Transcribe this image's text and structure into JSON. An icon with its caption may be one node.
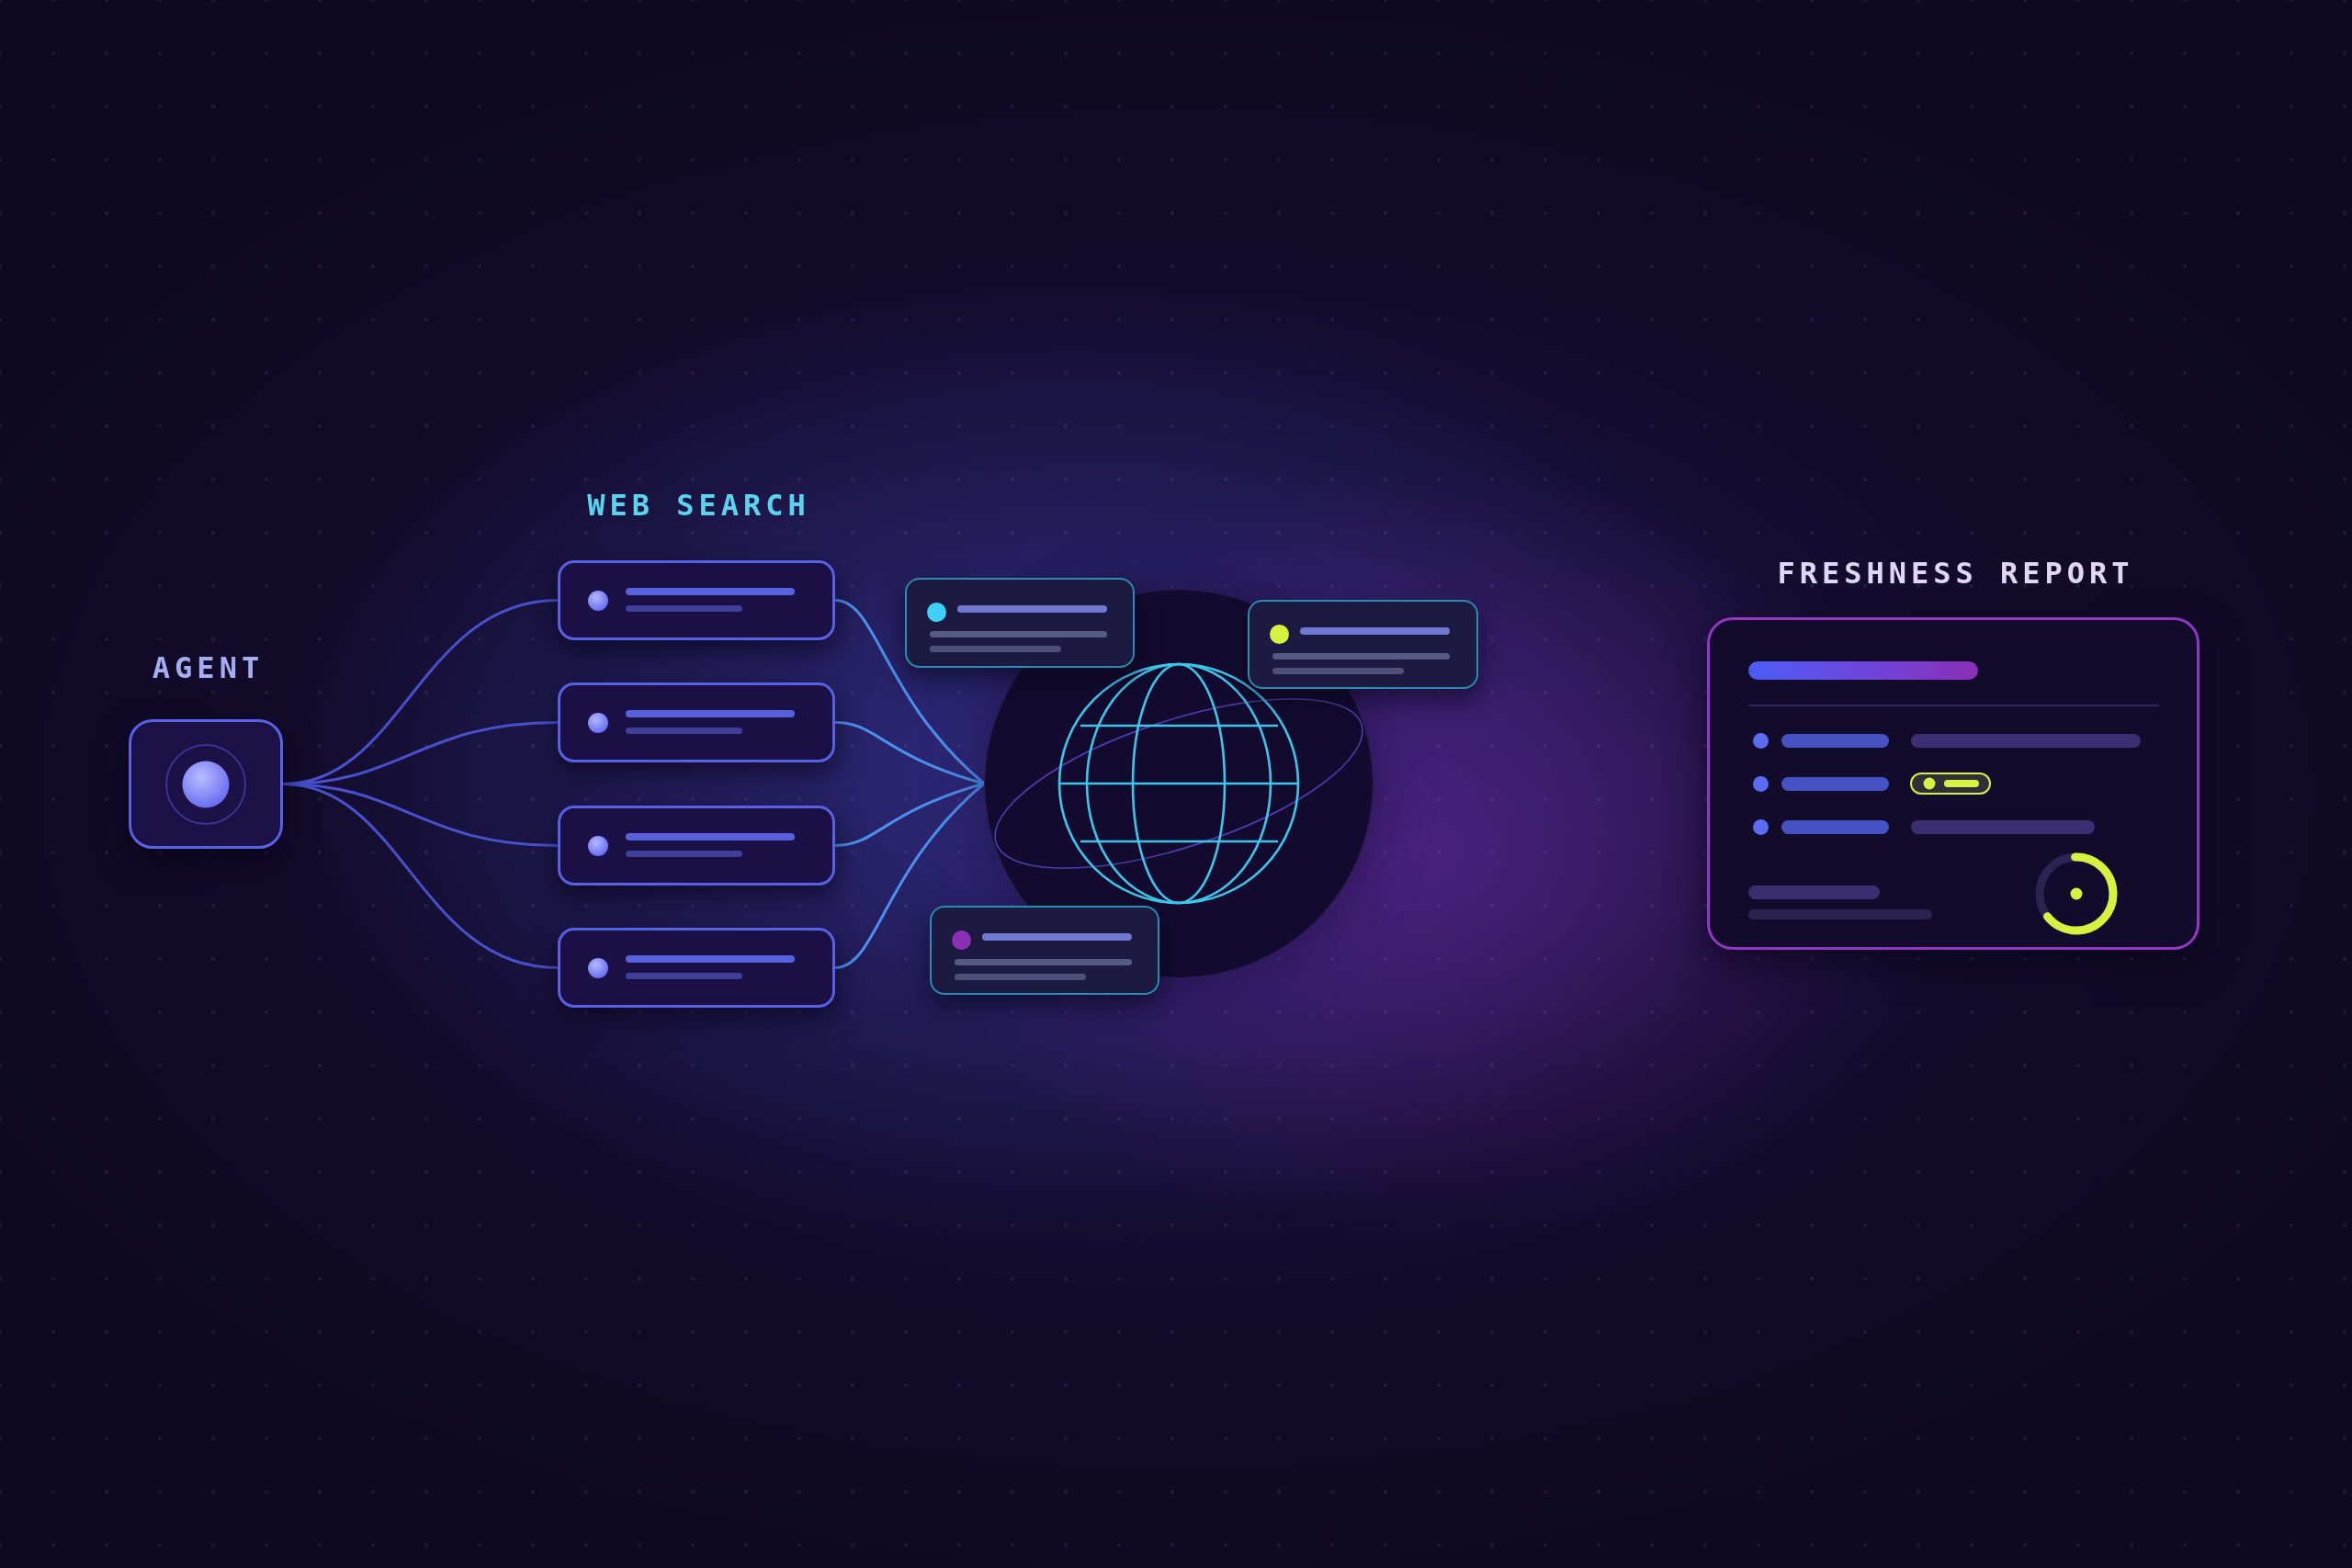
{
  "diagram": {
    "nodes": [
      {
        "text": [
          "AGENT"
        ]
      },
      {
        "text": [],
        "shape": "box"
      },
      {
        "text": [],
        "shape": "box"
      },
      {
        "text": [],
        "shape": "box"
      },
      {
        "text": [],
        "shape": "box"
      },
      {
        "text": [],
        "shape": "circle"
      },
      {
        "text": [],
        "shape": "box"
      },
      {
        "text": [],
        "shape": "box"
      },
      {
        "text": [],
        "shape": "box"
      },
      {
        "text": [
          "FRESHNESS REPORT"
        ]
      }
    ],
    "edges": [
      {
        "from": 0,
        "to": 1,
        "arrow": "none"
      },
      {
        "from": 0,
        "to": 2,
        "arrow": "none"
      },
      {
        "from": 0,
        "to": 3,
        "arrow": "none"
      },
      {
        "from": 0,
        "to": 4,
        "arrow": "none"
      },
      {
        "from": 1,
        "to": 5,
        "arrow": "none",
        "color": "#4a90ec"
      },
      {
        "from": 2,
        "to": 5,
        "arrow": "none",
        "color": "#4a90ec"
      },
      {
        "from": 3,
        "to": 5,
        "arrow": "none",
        "color": "#4a90ec"
      },
      {
        "from": 4,
        "to": 5,
        "arrow": "none",
        "color": "#4a90ec"
      }
    ],
    "labels": [
      "WEB SEARCH"
    ]
  }
}
